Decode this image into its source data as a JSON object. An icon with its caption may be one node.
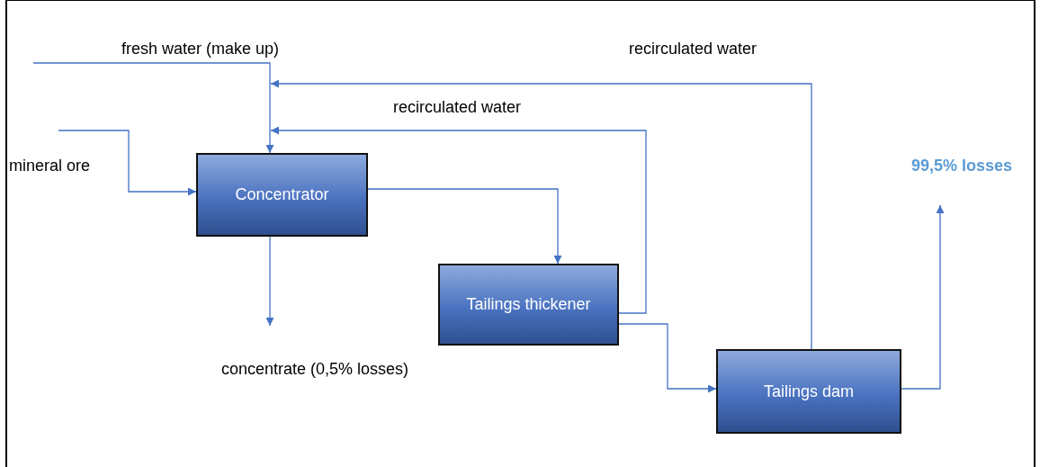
{
  "diagram": {
    "nodes": [
      {
        "text": [
          "Concentrator"
        ]
      },
      {
        "text": [
          "Tailings thickener"
        ]
      },
      {
        "text": [
          "Tailings dam"
        ]
      },
      {
        "text": [
          "concentrate (0,5% losses)"
        ]
      },
      {
        "text": [
          "99,5% losses"
        ]
      }
    ],
    "edges": [
      {
        "from": null,
        "to": 0,
        "arrow": "to",
        "label": "fresh water (make up)"
      },
      {
        "from": null,
        "to": 0,
        "arrow": "to",
        "label": "mineral ore"
      },
      {
        "from": 0,
        "to": 3,
        "arrow": "to"
      },
      {
        "from": 0,
        "to": 1,
        "arrow": "to"
      },
      {
        "from": 1,
        "to": 0,
        "arrow": "to",
        "label": "recirculated water"
      },
      {
        "from": 1,
        "to": 2,
        "arrow": "to"
      },
      {
        "from": 2,
        "to": 0,
        "arrow": "to",
        "label": "recirculated water"
      },
      {
        "from": 2,
        "to": 4,
        "arrow": "to"
      }
    ]
  }
}
